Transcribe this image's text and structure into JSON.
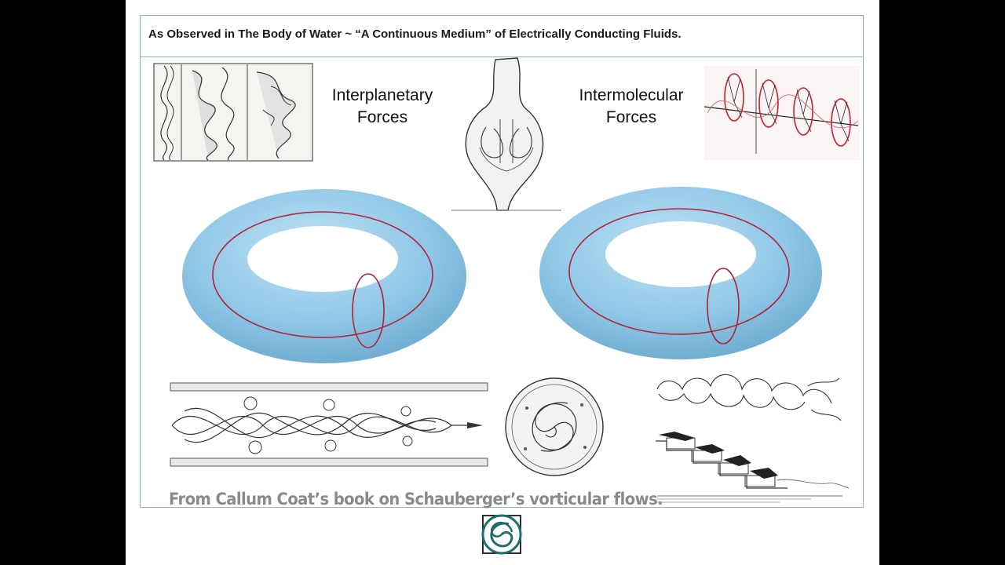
{
  "slide": {
    "title": "As Observed in The Body of Water ~ “A Continuous Medium” of Electrically Conducting Fluids.",
    "label_left": [
      "Interplanetary",
      "Forces"
    ],
    "label_right": [
      "Intermolecular",
      "Forces"
    ],
    "caption": "From Callum Coat’s book on Schauberger’s vorticular flows."
  },
  "colors": {
    "frame": "#8fb3b0",
    "torus": "#8fc7e6",
    "torus_edge": "#6aa9cf",
    "ring": "#b0223a",
    "logo": "#1d6f6a"
  },
  "icons": [
    "vortex-logo-icon"
  ]
}
